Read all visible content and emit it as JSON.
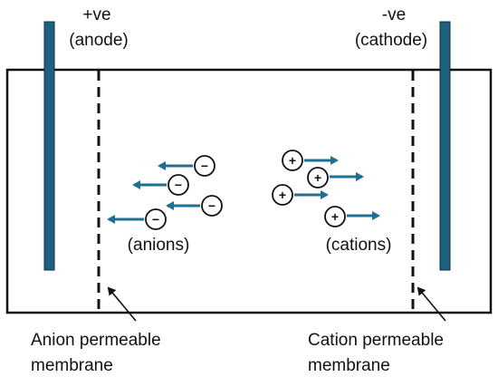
{
  "labels": {
    "anode_sign": "+ve",
    "anode_name": "(anode)",
    "cathode_sign": "-ve",
    "cathode_name": "(cathode)",
    "anions": "(anions)",
    "cations": "(cations)",
    "anion_membrane_line1": "Anion permeable",
    "anion_membrane_line2": "membrane",
    "cation_membrane_line1": "Cation permeable",
    "cation_membrane_line2": "membrane"
  },
  "ion_signs": {
    "anion": "−",
    "cation": "+"
  },
  "colors": {
    "electrode": "#1f5f7f",
    "arrow": "#1f6f93",
    "outline": "#111111"
  }
}
